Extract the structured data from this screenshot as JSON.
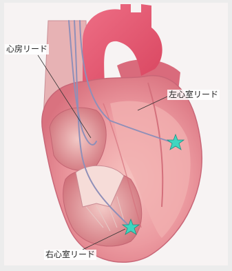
{
  "labels": {
    "atrial_lead": "心房リード",
    "left_ventricular_lead": "左心室リード",
    "right_ventricular_lead": "右心室リード"
  },
  "colors": {
    "background": "#ececec",
    "heart_base": "#e98a92",
    "heart_light": "#f2b4b2",
    "aorta": "#e25a72",
    "lead_wire": "#8f8fb8",
    "star": "#3fd6c0"
  },
  "markers": [
    "star-icon",
    "star-icon"
  ]
}
